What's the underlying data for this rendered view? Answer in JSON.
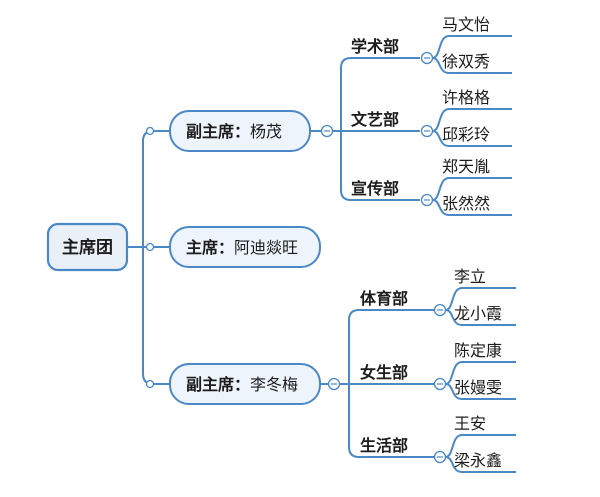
{
  "colors": {
    "line_color": "#4a88c6",
    "node_fill": "#eef4fb",
    "root_fill": "#e9f0f8",
    "text_color": "#1c1c1c"
  },
  "mindmap": {
    "root": {
      "label": "主席团"
    },
    "branches": [
      {
        "prefix": "副主席：",
        "name": "杨茂",
        "departments": [
          {
            "label": "学术部",
            "members": [
              "马文怡",
              "徐双秀"
            ]
          },
          {
            "label": "文艺部",
            "members": [
              "许格格",
              "邱彩玲"
            ]
          },
          {
            "label": "宣传部",
            "members": [
              "郑天胤",
              "张然然"
            ]
          }
        ]
      },
      {
        "prefix": "主席：",
        "name": "阿迪燚旺",
        "departments": []
      },
      {
        "prefix": "副主席：",
        "name": "李冬梅",
        "departments": [
          {
            "label": "体育部",
            "members": [
              "李立",
              "龙小霞"
            ]
          },
          {
            "label": "女生部",
            "members": [
              "陈定康",
              "张嫚雯"
            ]
          },
          {
            "label": "生活部",
            "members": [
              "王安",
              "梁永鑫"
            ]
          }
        ]
      }
    ]
  }
}
